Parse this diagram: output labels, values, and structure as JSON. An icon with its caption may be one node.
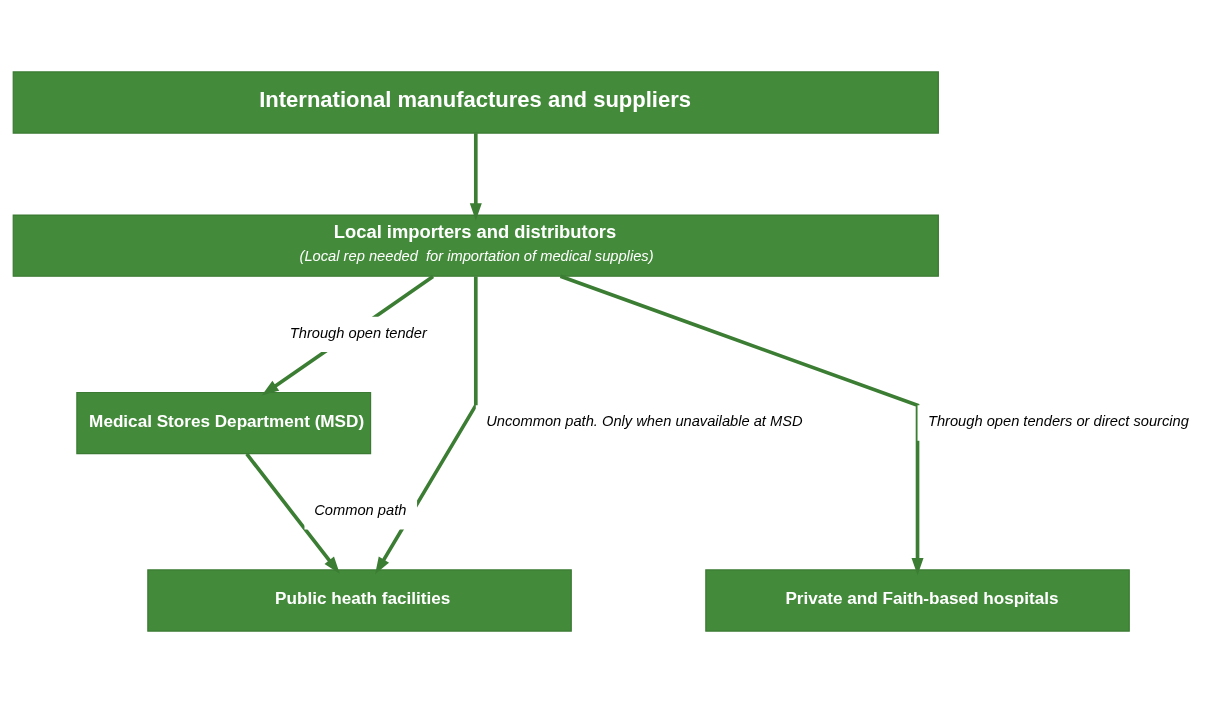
{
  "diagram": {
    "nodes": [
      {
        "text": [
          "International manufactures and suppliers"
        ]
      },
      {
        "text": [
          "Local importers and distributors",
          "(Local rep needed  for importation of medical supplies)"
        ]
      },
      {
        "text": [
          "Medical Stores Department (MSD)"
        ]
      },
      {
        "text": [
          "Private and Faith-based hospitals"
        ]
      },
      {
        "text": [
          "Public heath facilities"
        ]
      }
    ],
    "edges": [
      {
        "from": 0,
        "to": 1,
        "arrow": "to"
      },
      {
        "from": 1,
        "to": 3,
        "arrow": "to",
        "label": "Through open tenders or direct sourcing"
      },
      {
        "from": 1,
        "to": 4,
        "arrow": "to",
        "label": "Uncommon path. Only when unavailable at MSD"
      },
      {
        "from": 1,
        "to": 2,
        "arrow": "to",
        "label": "Through open tender"
      },
      {
        "from": 2,
        "to": 4,
        "arrow": "to",
        "label": "Common path"
      }
    ]
  }
}
